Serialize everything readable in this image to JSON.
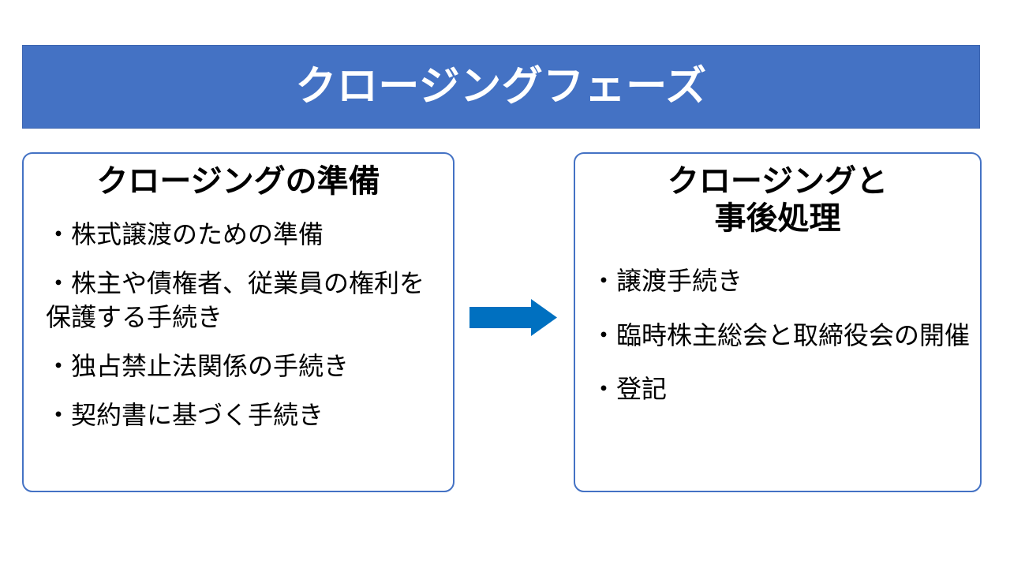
{
  "slide": {
    "title": "クロージングフェーズ",
    "colors": {
      "banner_fill": "#4472C4",
      "banner_text": "#FFFFFF",
      "box_border": "#4472C4",
      "box_fill": "#FFFFFF",
      "arrow_fill": "#0070C0",
      "body_text": "#000000"
    }
  },
  "left_box": {
    "heading": "クロージングの準備",
    "bullets": [
      "・株式譲渡のための準備",
      "・株主や債権者、従業員の権利を\n  保護する手続き",
      "・独占禁止法関係の手続き",
      "・契約書に基づく手続き"
    ]
  },
  "arrow": {
    "icon": "arrow-right-icon",
    "direction": "right"
  },
  "right_box": {
    "heading": "クロージングと\n事後処理",
    "bullets": [
      "・譲渡手続き",
      "・臨時株主総会と取締役会の開催",
      "・登記"
    ]
  }
}
